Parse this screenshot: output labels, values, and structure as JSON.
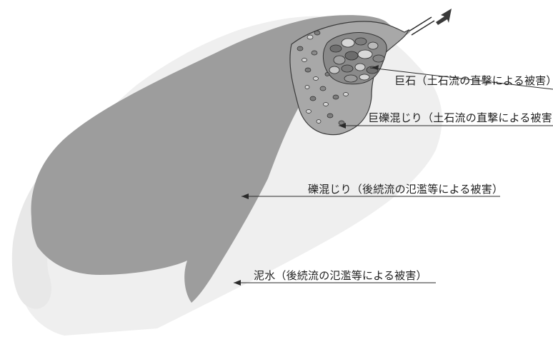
{
  "labels": {
    "boulder": "巨石（土石流の直撃による被害）",
    "boulder_mix": "巨礫混じり（土石流の直撃による被害）",
    "gravel_mix": "礫混じり（後続流の氾濫等による被害）",
    "mud_water": "泥水（後続流の氾濫等による被害）"
  },
  "colors": {
    "flow_fill": "#9d9d9d",
    "front_fill": "#a9a9a9",
    "bleed_fill": "#e4e4e4",
    "stone_fill": "#7d7d7d",
    "stone_light": "#d9d9d9",
    "line": "#2a2a2a"
  }
}
